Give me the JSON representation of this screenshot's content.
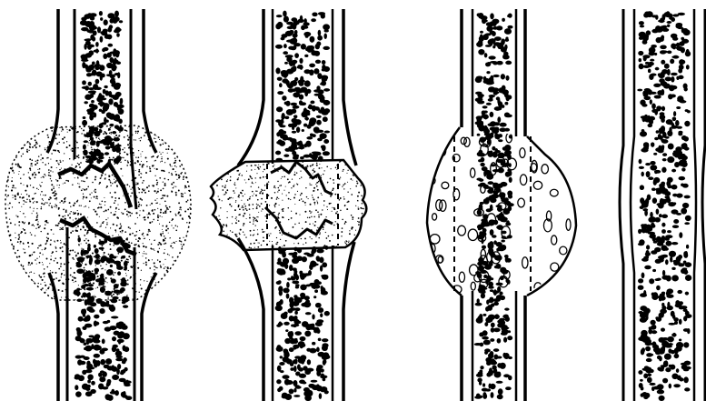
{
  "diagram": {
    "panel_count": 4,
    "colors": {
      "ink": "#000000",
      "background": "#ffffff"
    }
  },
  "panels": [
    {
      "id": "panel-1",
      "subject": "fracture-with-hematoma"
    },
    {
      "id": "panel-2",
      "subject": "soft-callus"
    },
    {
      "id": "panel-3",
      "subject": "hard-callus"
    },
    {
      "id": "panel-4",
      "subject": "remodeled-bone"
    }
  ]
}
